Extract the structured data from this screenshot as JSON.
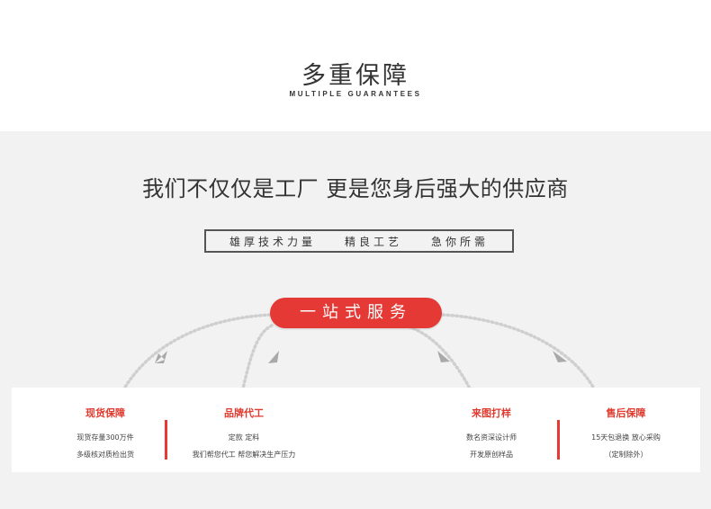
{
  "header": {
    "title_cn": "多重保障",
    "title_en": "MULTIPLE GUARANTEES"
  },
  "headline": "我们不仅仅是工厂 更是您身后强大的供应商",
  "tags": [
    "雄厚技术力量",
    "精良工艺",
    "急你所需"
  ],
  "one_stop": "一站式服务",
  "features": [
    {
      "title": "现货保障",
      "lines": [
        "现货存量300万件",
        "多级核对质检出货"
      ]
    },
    {
      "title": "品牌代工",
      "lines": [
        "定款 定料",
        "我们帮您代工  帮您解决生产压力"
      ]
    },
    {
      "title": "来图打样",
      "lines": [
        "数名资深设计师",
        "开发原创样品"
      ]
    },
    {
      "title": "售后保障",
      "lines": [
        "15天包退换 放心采购",
        "（定制除外）"
      ]
    }
  ],
  "colors": {
    "accent": "#e53935",
    "background": "#f2f2f2"
  },
  "icons": [
    "arrow-icon"
  ]
}
